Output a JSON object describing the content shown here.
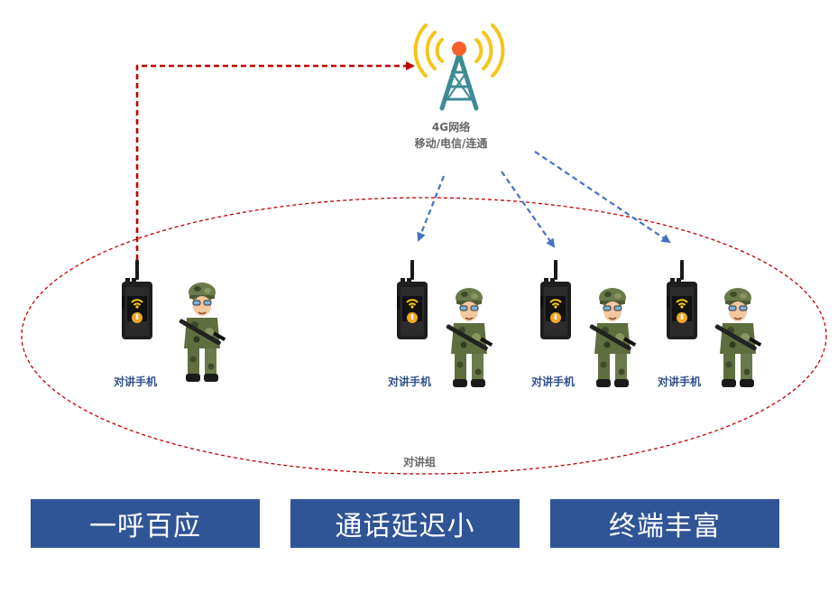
{
  "network": {
    "line1": "4G网络",
    "line2": "移动/电信/连通"
  },
  "radios": [
    {
      "label": "对讲手机"
    },
    {
      "label": "对讲手机"
    },
    {
      "label": "对讲手机"
    },
    {
      "label": "对讲手机"
    }
  ],
  "group": {
    "label": "对讲组"
  },
  "features": [
    "一呼百应",
    "通话延迟小",
    "终端丰富"
  ],
  "colors": {
    "uplink": "#c00000",
    "downlink": "#4472c4",
    "tower": "#3d8b95",
    "signal": "#f5c518",
    "beacon": "#f4602a",
    "feature_bg": "#2f5597",
    "label": "#2f4f8f"
  }
}
